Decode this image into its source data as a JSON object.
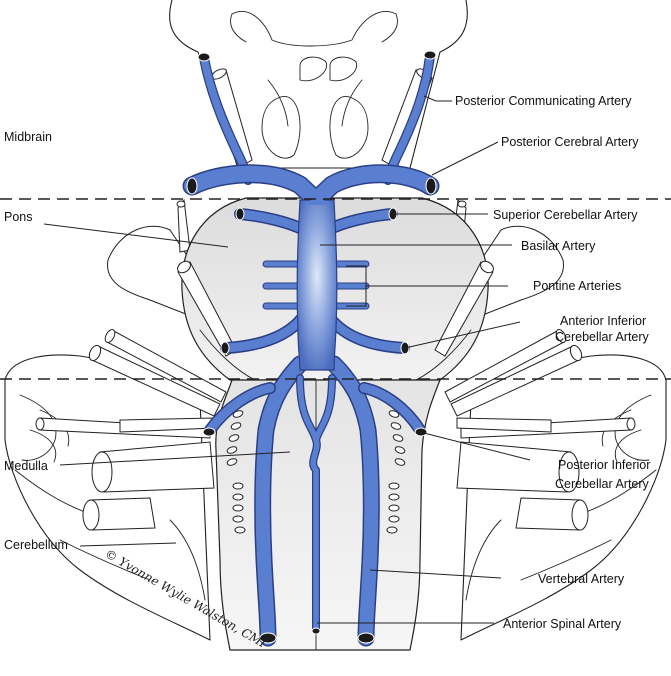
{
  "labels": {
    "midbrain": "Midbrain",
    "pons": "Pons",
    "medulla": "Medulla",
    "cerebellum": "Cerebellum",
    "posterior_communicating_artery": "Posterior Communicating Artery",
    "posterior_cerebral_artery": "Posterior Cerebral Artery",
    "superior_cerebellar_artery": "Superior Cerebellar Artery",
    "basilar_artery": "Basilar Artery",
    "pontine_arteries": "Pontine Arteries",
    "aica_line1": "Anterior Inferior",
    "aica_line2": "Cerebellar Artery",
    "pica_line1": "Posterior Inferior",
    "pica_line2": "Cerebellar Artery",
    "vertebral_artery": "Vertebral Artery",
    "anterior_spinal_artery": "Anterior Spinal Artery"
  },
  "signature": "© Yvonne Wylie Walston, CMI",
  "colors": {
    "artery": "#5a7fd0",
    "artery_outline": "#2b3f86",
    "tissue_shade": "#dcdcdc",
    "line": "#222222"
  }
}
